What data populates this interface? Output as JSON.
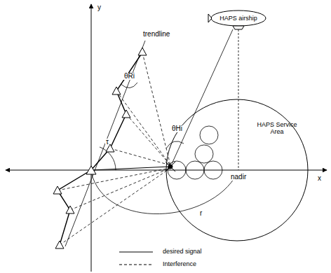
{
  "diagram": {
    "nodes": [
      {
        "text": [
          "HAPS airship"
        ]
      },
      {
        "text": [
          "HAPS Service Area"
        ]
      }
    ],
    "labels": [
      "y",
      "x",
      "trendline",
      "θRi",
      "θHi",
      "τ",
      "r",
      "nadir"
    ],
    "legend": [
      {
        "text": "desired signal"
      },
      {
        "text": "Interference"
      }
    ]
  }
}
